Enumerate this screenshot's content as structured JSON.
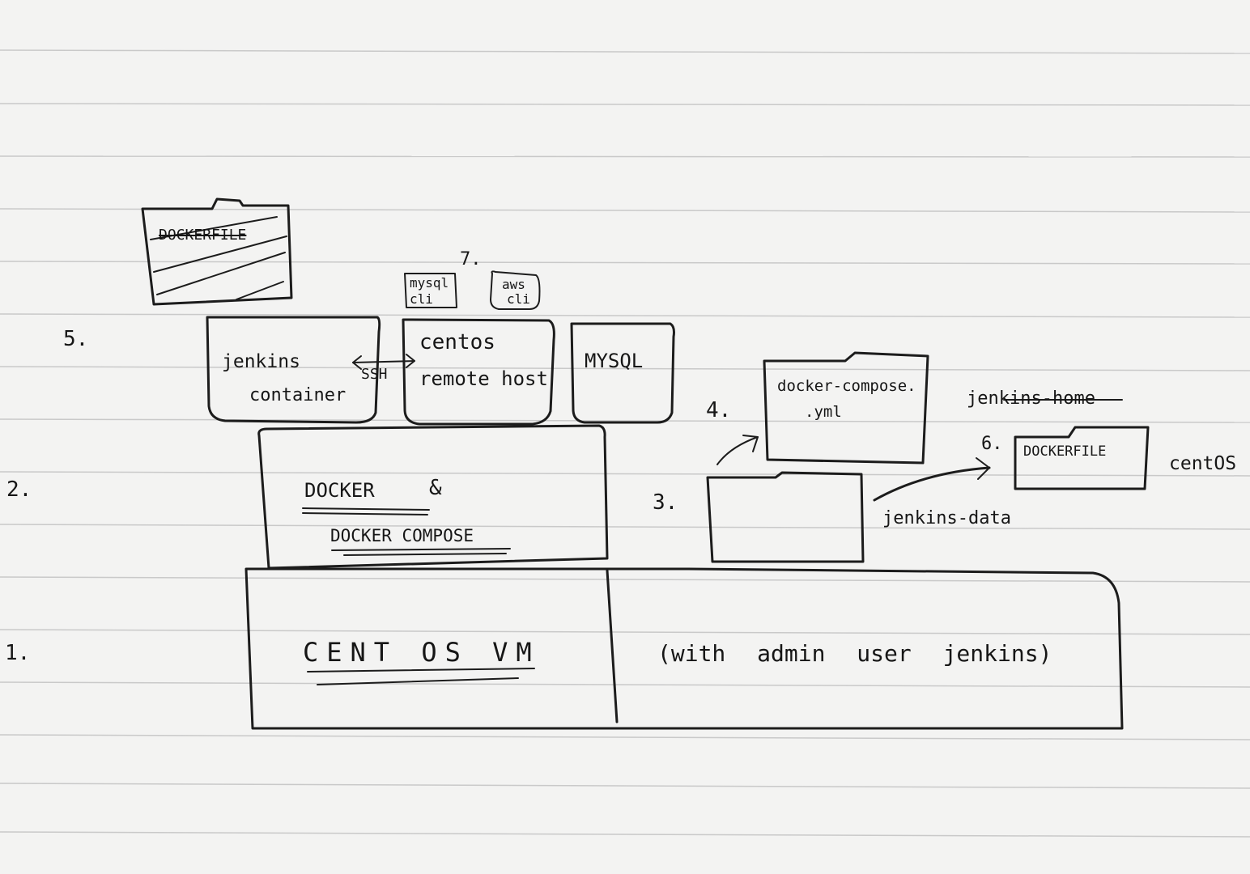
{
  "step_numbers": [
    "1.",
    "2.",
    "3.",
    "4.",
    "5.",
    "6.",
    "7."
  ],
  "vm": {
    "label": "CENT OS VM",
    "note": "(with admin user jenkins)"
  },
  "docker": {
    "line1": "DOCKER",
    "line2": "DOCKER COMPOSE"
  },
  "jenkins_container": {
    "line1": "jenkins",
    "line2": "container"
  },
  "ssh_label": "SSH",
  "centos_remote": {
    "line1": "centos",
    "line2": "remote host"
  },
  "mysql": {
    "label": "MYSQL"
  },
  "mysql_cli": {
    "line1": "mysql",
    "line2": "cli"
  },
  "aws_cli": {
    "line1": "aws",
    "line2": "cli"
  },
  "dockerfile_top": "DOCKERFILE",
  "compose_file": {
    "line1": "docker-compose.",
    "line2": ".yml"
  },
  "jenkins_home": "jenkins-home",
  "jenkins_data": "jenkins-data",
  "dockerfile_right": "DOCKERFILE",
  "centos_right": "centOS"
}
